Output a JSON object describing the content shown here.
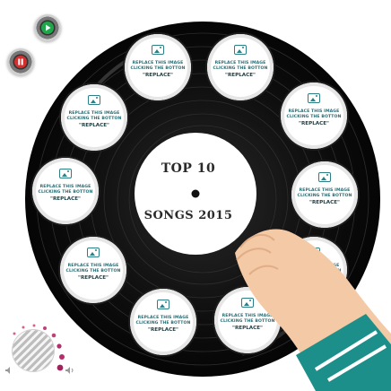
{
  "center_label": {
    "line1": "TOP 10",
    "line2": "SONGS 2015"
  },
  "slots": [
    {
      "line1": "REPLACE THIS IMAGE",
      "line2": "CLICKING THE BOTTON",
      "line3": "\"REPLACE\""
    },
    {
      "line1": "REPLACE THIS IMAGE",
      "line2": "CLICKING THE BOTTON",
      "line3": "\"REPLACE\""
    },
    {
      "line1": "REPLACE THIS IMAGE",
      "line2": "CLICKING THE BOTTON",
      "line3": "\"REPLACE\""
    },
    {
      "line1": "REPLACE THIS IMAGE",
      "line2": "CLICKING THE BOTTON",
      "line3": "\"REPLACE\""
    },
    {
      "line1": "REPLACE THIS IMAGE",
      "line2": "CLICKING THE BOTTON",
      "line3": "\"REPLACE\""
    },
    {
      "line1": "REPLACE THIS IMAGE",
      "line2": "CLICKING THE BOTTON",
      "line3": "\"REPLACE\""
    },
    {
      "line1": "REPLACE THIS IMAGE",
      "line2": "CLICKING THE BOTTON",
      "line3": "\"REPLACE\""
    },
    {
      "line1": "REPLACE THIS IMAGE",
      "line2": "CLICKING THE BOTTON",
      "line3": "\"REPLACE\""
    },
    {
      "line1": "REPLACE THIS IMAGE",
      "line2": "CLICKING THE BOTTON",
      "line3": "\"REPLACE\""
    },
    {
      "line1": "REPLACE THIS IMAGE",
      "line2": "CLICKING THE BOTTON",
      "line3": "\"REPLACE\""
    }
  ],
  "controls": {
    "play_icon": "play-icon",
    "stop_icon": "stop-icon",
    "volume_low_icon": "speaker-low-icon",
    "volume_high_icon": "speaker-high-icon"
  },
  "colors": {
    "vinyl": "#111111",
    "label": "#ffffff",
    "play_accent": "#1fa64a",
    "stop_accent": "#d32f2f",
    "slot_text": "#2a6b72",
    "sleeve": "#1d8f8a",
    "skin": "#f4c9a6"
  }
}
